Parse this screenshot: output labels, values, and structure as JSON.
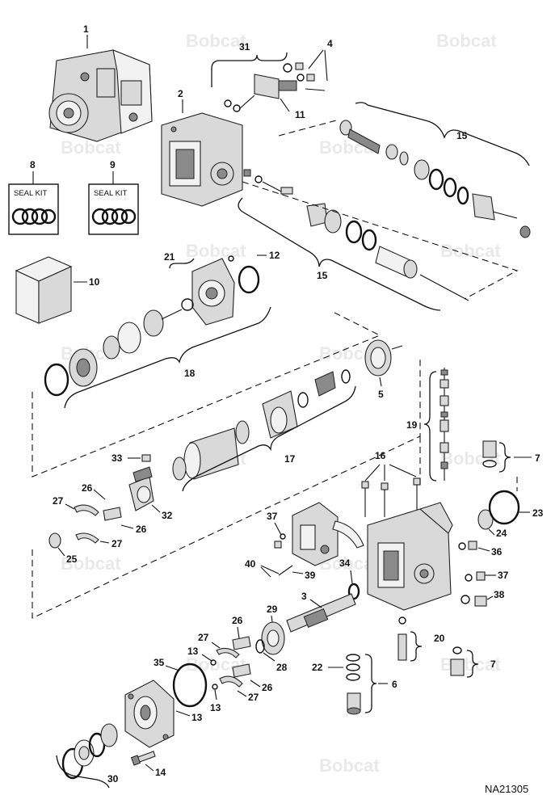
{
  "watermark": {
    "text": "Bobcat"
  },
  "drawing_code": "NA21305",
  "seal_kits": [
    {
      "callout": "8",
      "title": "SEAL KIT"
    },
    {
      "callout": "9",
      "title": "SEAL KIT"
    }
  ],
  "callouts": {
    "c1": "1",
    "c2": "2",
    "c3": "3",
    "c4": "4",
    "c5": "5",
    "c6": "6",
    "c7a": "7",
    "c7b": "7",
    "c10": "10",
    "c11": "11",
    "c12": "12",
    "c13a": "13",
    "c13b": "13",
    "c13c": "13",
    "c14": "14",
    "c15a": "15",
    "c15b": "15",
    "c16": "16",
    "c17": "17",
    "c18": "18",
    "c19": "19",
    "c20": "20",
    "c21": "21",
    "c22": "22",
    "c23": "23",
    "c24": "24",
    "c25": "25",
    "c26a": "26",
    "c26b": "26",
    "c26c": "26",
    "c26d": "26",
    "c27a": "27",
    "c27b": "27",
    "c27c": "27",
    "c27d": "27",
    "c28": "28",
    "c29": "29",
    "c30": "30",
    "c31": "31",
    "c32": "32",
    "c33": "33",
    "c34": "34",
    "c35": "35",
    "c36": "36",
    "c37a": "37",
    "c37b": "37",
    "c38": "38",
    "c39": "39",
    "c40": "40"
  }
}
